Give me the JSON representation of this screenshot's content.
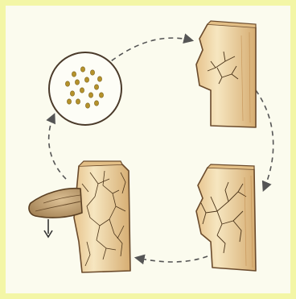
{
  "diagram": {
    "kind": "wood-decay-fungus-life-cycle",
    "stages": [
      {
        "id": "spores",
        "icon": "spore-circle"
      },
      {
        "id": "early-mycelium",
        "icon": "log-with-hyphae-small"
      },
      {
        "id": "spreading-mycelium",
        "icon": "log-with-hyphae-large"
      },
      {
        "id": "fruiting-body",
        "icon": "log-with-bracket-fungus"
      }
    ],
    "cycle_arrows": [
      "spores-to-early",
      "early-to-spreading",
      "spreading-to-fruiting",
      "fruiting-to-spores"
    ],
    "colors": {
      "background_border": "#f3f6a6",
      "panel": "#fbfbee",
      "wood_light": "#f2ddb0",
      "wood_shade": "#c99658",
      "outline": "#6a4a2b",
      "hyphae": "#4a3318",
      "fungus": "#c9a77a",
      "arrow": "#555555",
      "spore": "#b5922a"
    }
  }
}
